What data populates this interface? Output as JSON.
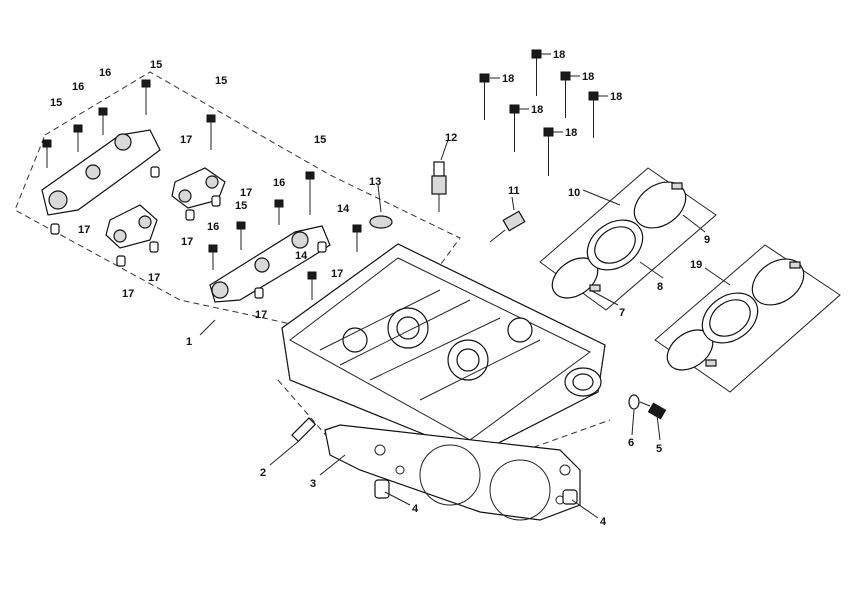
{
  "diagram": {
    "callouts": {
      "c1": "1",
      "c2": "2",
      "c3": "3",
      "c4a": "4",
      "c4b": "4",
      "c5": "5",
      "c6": "6",
      "c7": "7",
      "c8": "8",
      "c9": "9",
      "c10": "10",
      "c11": "11",
      "c12": "12",
      "c13": "13",
      "c14a": "14",
      "c14b": "14",
      "c15a": "15",
      "c15b": "15",
      "c15c": "15",
      "c15d": "15",
      "c15e": "15",
      "c16a": "16",
      "c16b": "16",
      "c16c": "16",
      "c16d": "16",
      "c17a": "17",
      "c17b": "17",
      "c17c": "17",
      "c17d": "17",
      "c17e": "17",
      "c17f": "17",
      "c17g": "17",
      "c17h": "17",
      "c18a": "18",
      "c18b": "18",
      "c18c": "18",
      "c18d": "18",
      "c18e": "18",
      "c18f": "18",
      "c19": "19"
    }
  }
}
